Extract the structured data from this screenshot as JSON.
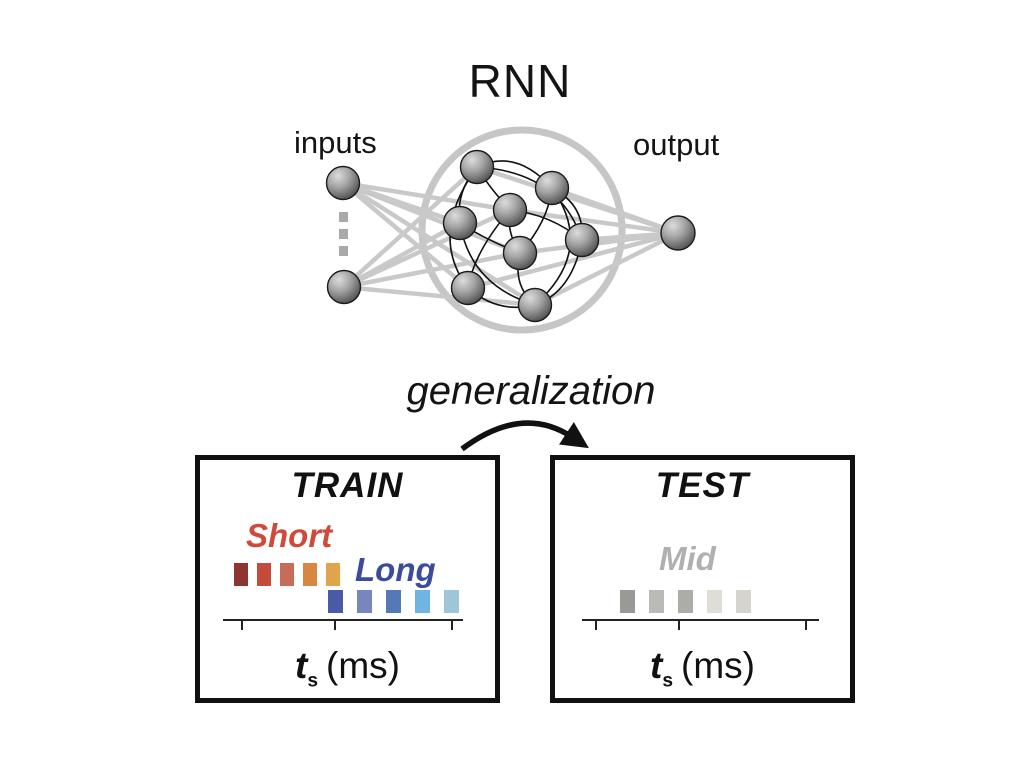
{
  "rnn": {
    "title": "RNN",
    "inputs_label": "inputs",
    "output_label": "output"
  },
  "generalization_label": "generalization",
  "train": {
    "title": "TRAIN",
    "short_label": "Short",
    "long_label": "Long",
    "axis_label": {
      "t": "t",
      "sub": "s",
      "unit": "(ms)"
    },
    "short_colors": [
      "#8e3431",
      "#c44c3a",
      "#c66c59",
      "#d78742",
      "#dfa44c"
    ],
    "long_colors": [
      "#4a5aa5",
      "#7787be",
      "#5578b6",
      "#6fb5e1",
      "#9dc7d9"
    ]
  },
  "test": {
    "title": "TEST",
    "mid_label": "Mid",
    "axis_label": {
      "t": "t",
      "sub": "s",
      "unit": "(ms)"
    },
    "mid_colors": [
      "#999995",
      "#bbbbb5",
      "#adada7",
      "#deded6",
      "#d5d5cd"
    ]
  },
  "colors": {
    "short_label": "#cf4a3a",
    "long_label": "#3b4b9d",
    "mid_label": "#b0b0ae",
    "connection_gray": "#c9c9c9",
    "circle_outline_gray": "#c6c6c6",
    "recurrent_line_black": "#111111",
    "box_border": "#111111"
  }
}
